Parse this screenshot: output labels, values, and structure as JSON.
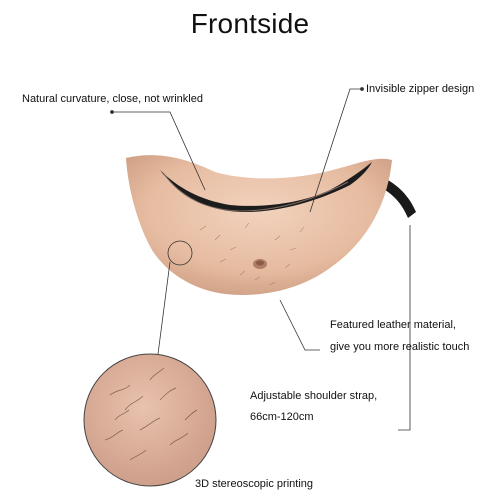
{
  "title": "Frontside",
  "callouts": {
    "curvature": "Natural curvature, close, not wrinkled",
    "zipper": "Invisible zipper design",
    "leather_line1": "Featured leather material,",
    "leather_line2": "give you more realistic touch",
    "strap_line1": "Adjustable shoulder strap,",
    "strap_line2": "66cm-120cm",
    "printing": "3D stereoscopic printing"
  },
  "colors": {
    "skin": "#e8bfa4",
    "skin_shadow": "#c99a80",
    "zipper": "#1c1c1c",
    "leader_line": "#333333"
  }
}
